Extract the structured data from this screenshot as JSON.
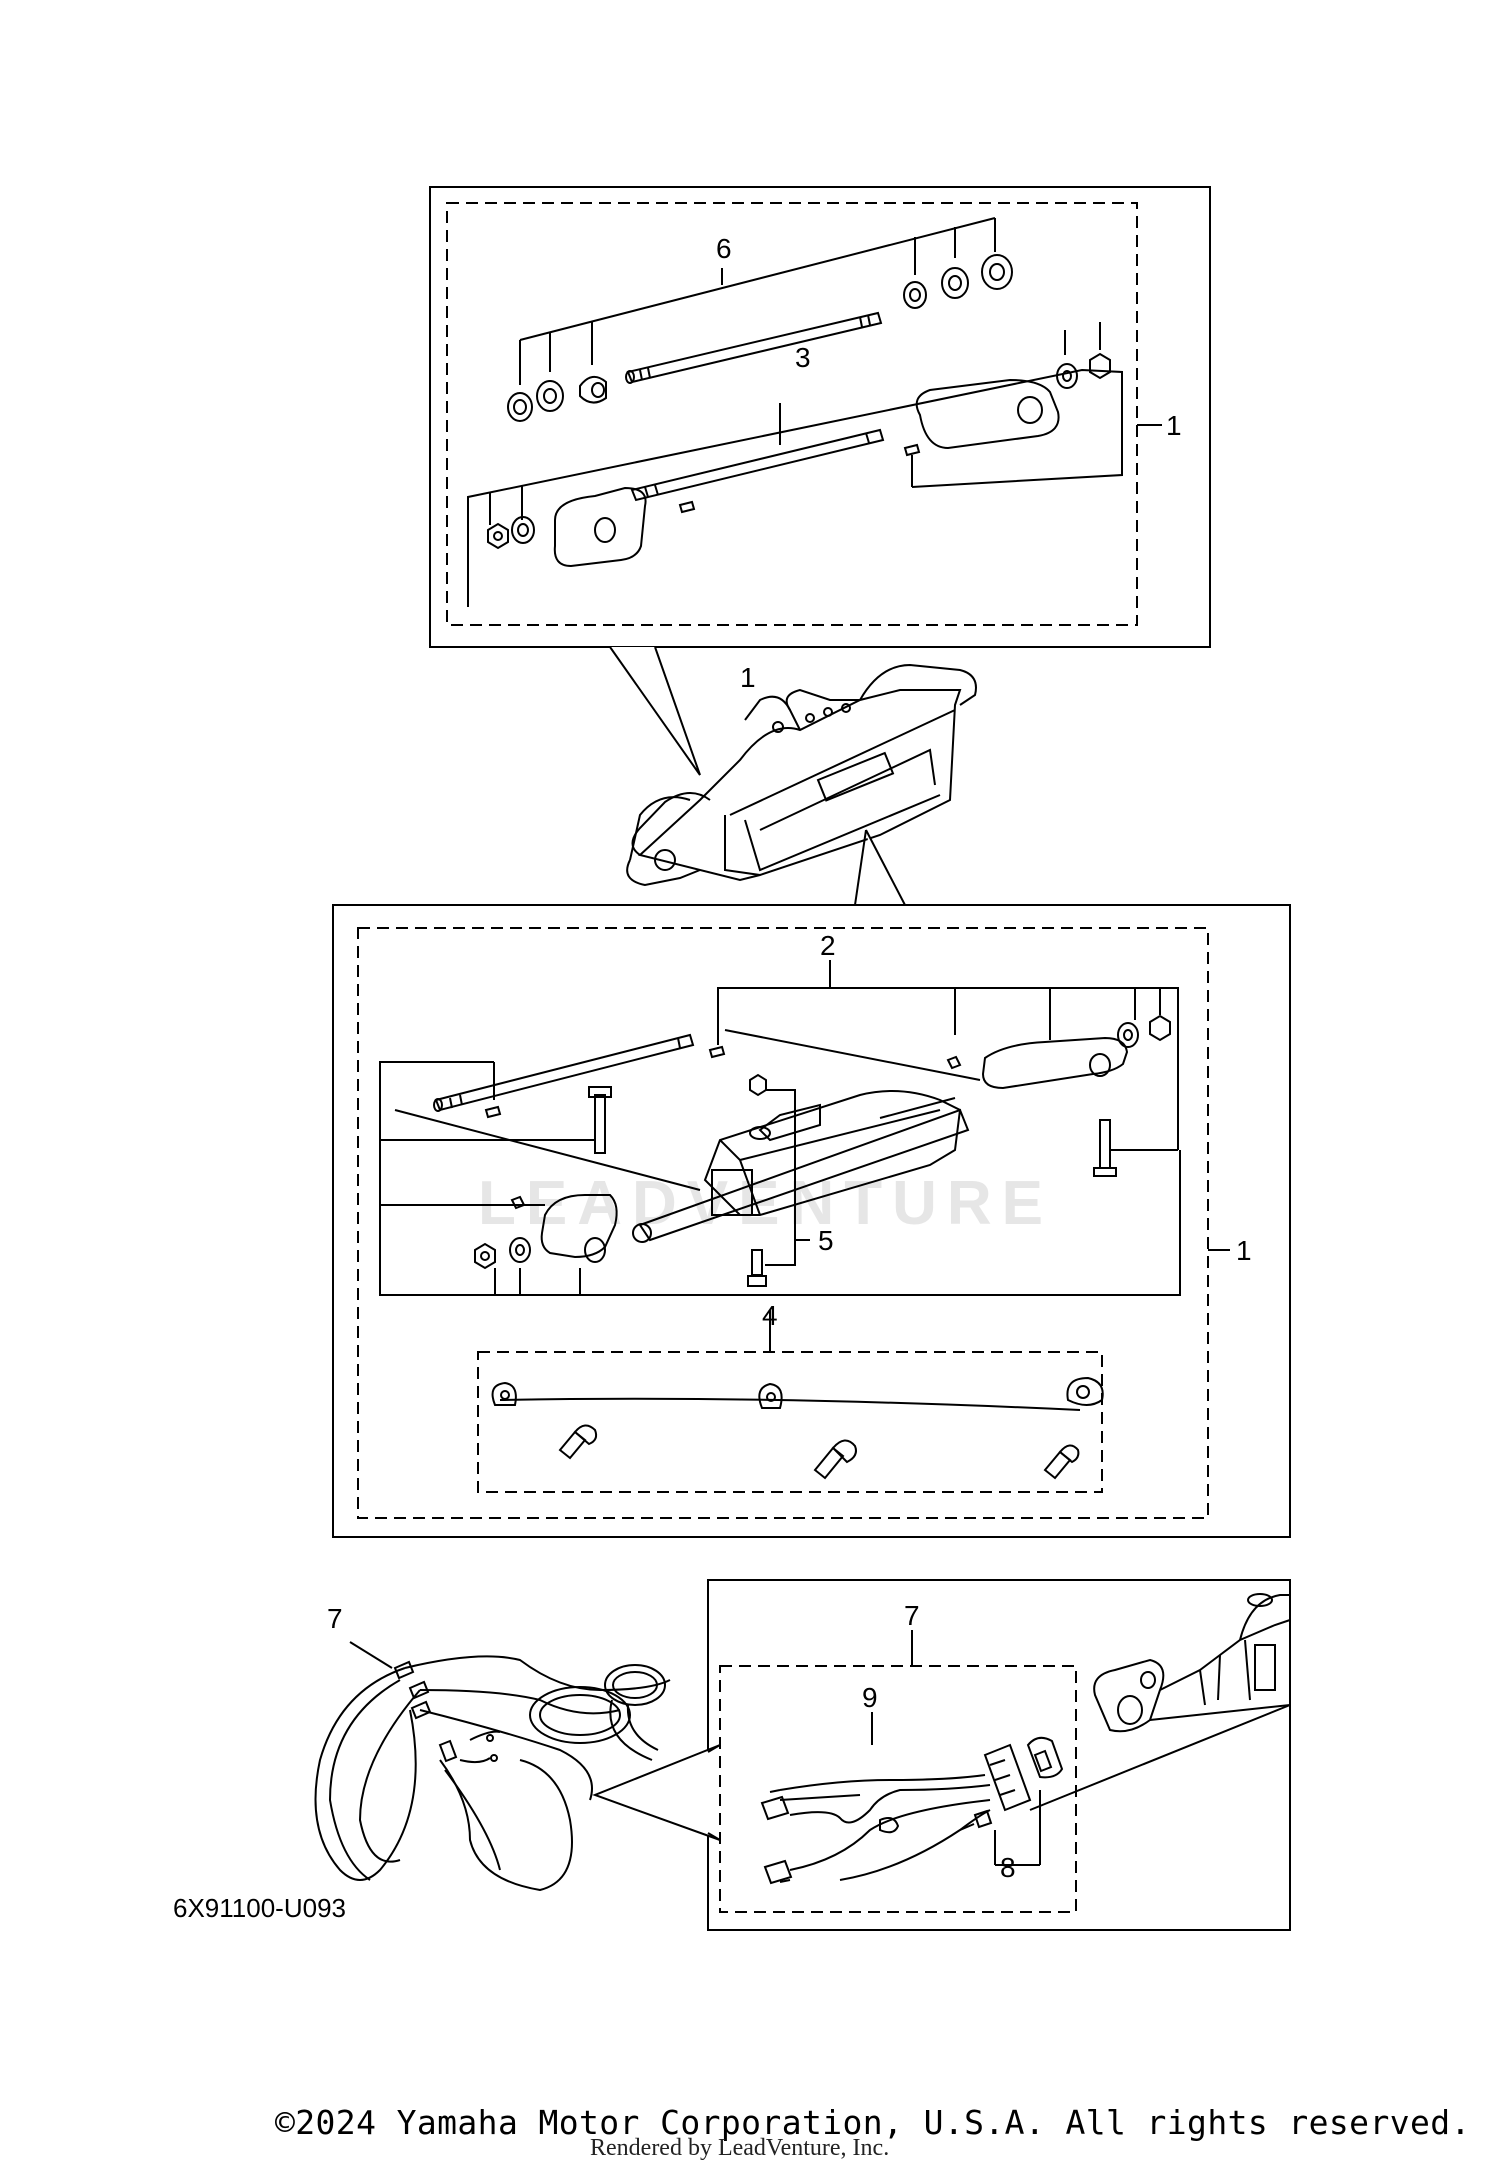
{
  "diagram": {
    "callouts": {
      "c6": "6",
      "c3": "3",
      "c1_top_box": "1",
      "c1_cylinder": "1",
      "c2": "2",
      "c5": "5",
      "c1_mid_box": "1",
      "c4": "4",
      "c7_left": "7",
      "c7_box": "7",
      "c9": "9",
      "c8": "8"
    },
    "diagram_code": "6X91100-U093",
    "watermark": "LEADVENTURE"
  },
  "footer": {
    "copyright": "©2024 Yamaha Motor Corporation, U.S.A. All rights reserved.",
    "rendered_by": "Rendered by LeadVenture, Inc."
  },
  "colors": {
    "line": "#000000",
    "background": "#ffffff",
    "watermark": "#e6e6e6"
  }
}
